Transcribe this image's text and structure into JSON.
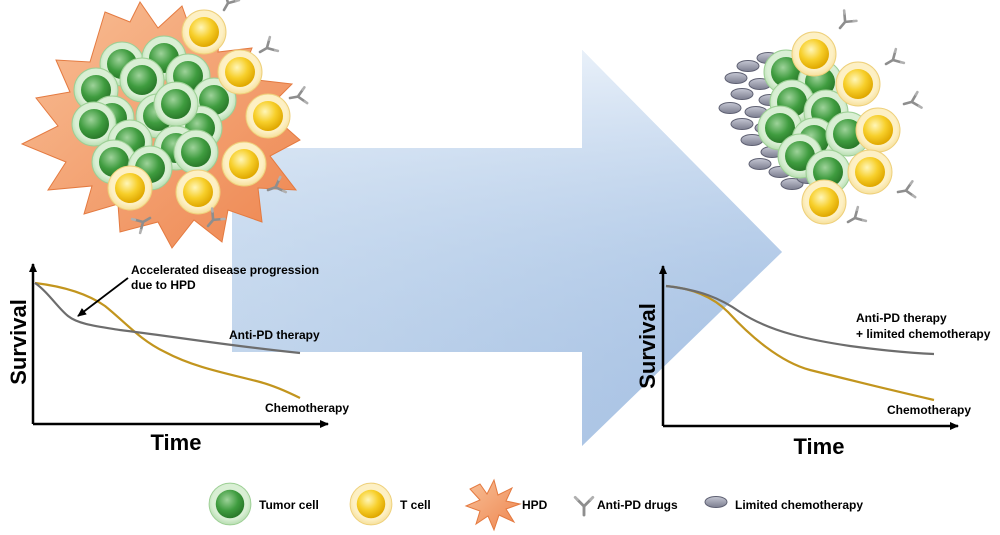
{
  "colors": {
    "tumor": "#3f9c3f",
    "tumor_rim": "#c9e8c4",
    "tcell": "#f3c200",
    "tcell_rim": "#fbe7a4",
    "hpd": "#f4a070",
    "antibody": "#8e8e8e",
    "chemo": "#9698a8",
    "arrow": "#b9cfe8",
    "chemo_curve": "#c2951e",
    "antipd_curve": "#6d6d6d"
  },
  "left_panel": {
    "annotation_line1": "Accelerated disease progression",
    "annotation_line2": "due to HPD",
    "y_label": "Survival",
    "x_label": "Time",
    "curve_antipd_label": "Anti-PD therapy",
    "curve_chemo_label": "Chemotherapy"
  },
  "right_panel": {
    "y_label": "Survival",
    "x_label": "Time",
    "curve_antipd_label_line1": "Anti-PD therapy",
    "curve_antipd_label_line2": "+ limited chemotherapy",
    "curve_chemo_label": "Chemotherapy"
  },
  "legend": {
    "tumor_cell": "Tumor cell",
    "t_cell": "T cell",
    "hpd": "HPD",
    "anti_pd": "Anti-PD drugs",
    "limited_chemo": "Limited chemotherapy"
  },
  "icons": {
    "tumor": "tumor-cell-icon",
    "tcell": "t-cell-icon",
    "hpd": "hpd-burst-icon",
    "antibody": "antibody-icon",
    "chemo": "chemo-pill-icon"
  }
}
